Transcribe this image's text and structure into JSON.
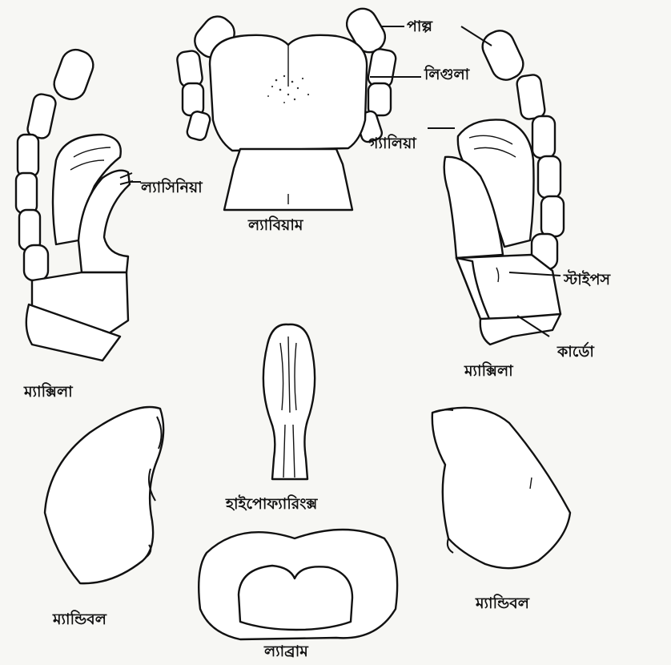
{
  "diagram": {
    "labels": {
      "palp": "পাল্প",
      "ligula": "লিগুলা",
      "galea": "গ্যালিয়া",
      "lacinia": "ল্যাসিনিয়া",
      "labium": "ল্যাবিয়াম",
      "stipes": "স্টাইপস",
      "cardo": "কার্ডো",
      "maxilla_left": "ম্যাক্সিলা",
      "maxilla_right": "ম্যাক্সিলা",
      "hypopharynx": "হাইপোফ্যারিংক্স",
      "mandible_left": "ম্যান্ডিবল",
      "mandible_right": "ম্যান্ডিবল",
      "labrum": "ল্যাব্রাম"
    },
    "colors": {
      "ink": "#111111",
      "paper": "#f7f7f4",
      "stipple": "#333333"
    }
  }
}
